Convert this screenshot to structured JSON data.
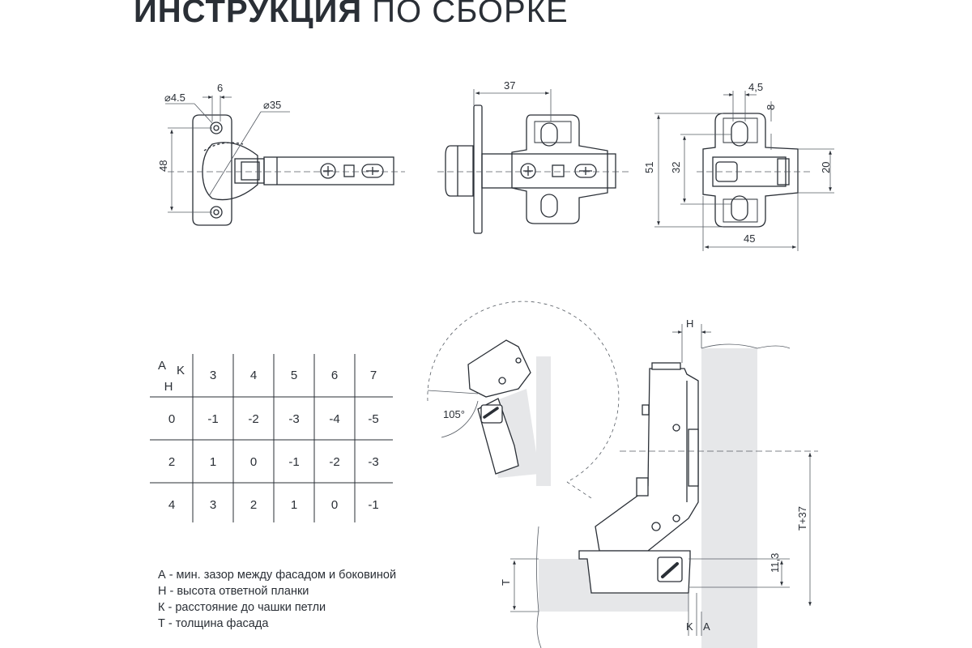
{
  "title": {
    "bold": "ИНСТРУКЦИЯ",
    "light": "ПО СБОРКЕ"
  },
  "colors": {
    "line": "#2a2f36",
    "panel": "#e6e7e9",
    "dim": "#555b63"
  },
  "dims": {
    "top_hinge": {
      "d45": "⌀4.5",
      "w6": "6",
      "d35": "⌀35",
      "h48": "48"
    },
    "side_view": {
      "w37": "37"
    },
    "plate": {
      "w45s": "4,5",
      "h8": "8",
      "h51": "51",
      "h32": "32",
      "h20": "20",
      "w45": "45"
    },
    "install": {
      "H": "H",
      "angle": "105°",
      "T37": "T+37",
      "h113": "11,3",
      "T": "T",
      "K": "K",
      "A": "A"
    }
  },
  "table": {
    "corner": {
      "a": "A",
      "k": "K",
      "h": "H"
    },
    "columns": [
      "3",
      "4",
      "5",
      "6",
      "7"
    ],
    "rows": [
      {
        "h": "0",
        "values": [
          "-1",
          "-2",
          "-3",
          "-4",
          "-5"
        ]
      },
      {
        "h": "2",
        "values": [
          "1",
          "0",
          "-1",
          "-2",
          "-3"
        ]
      },
      {
        "h": "4",
        "values": [
          "3",
          "2",
          "1",
          "0",
          "-1"
        ]
      }
    ]
  },
  "legend": [
    "А - мин. зазор между фасадом и боковиной",
    "Н - высота ответной планки",
    "К - расстояние до чашки петли",
    "Т - толщина фасада"
  ]
}
